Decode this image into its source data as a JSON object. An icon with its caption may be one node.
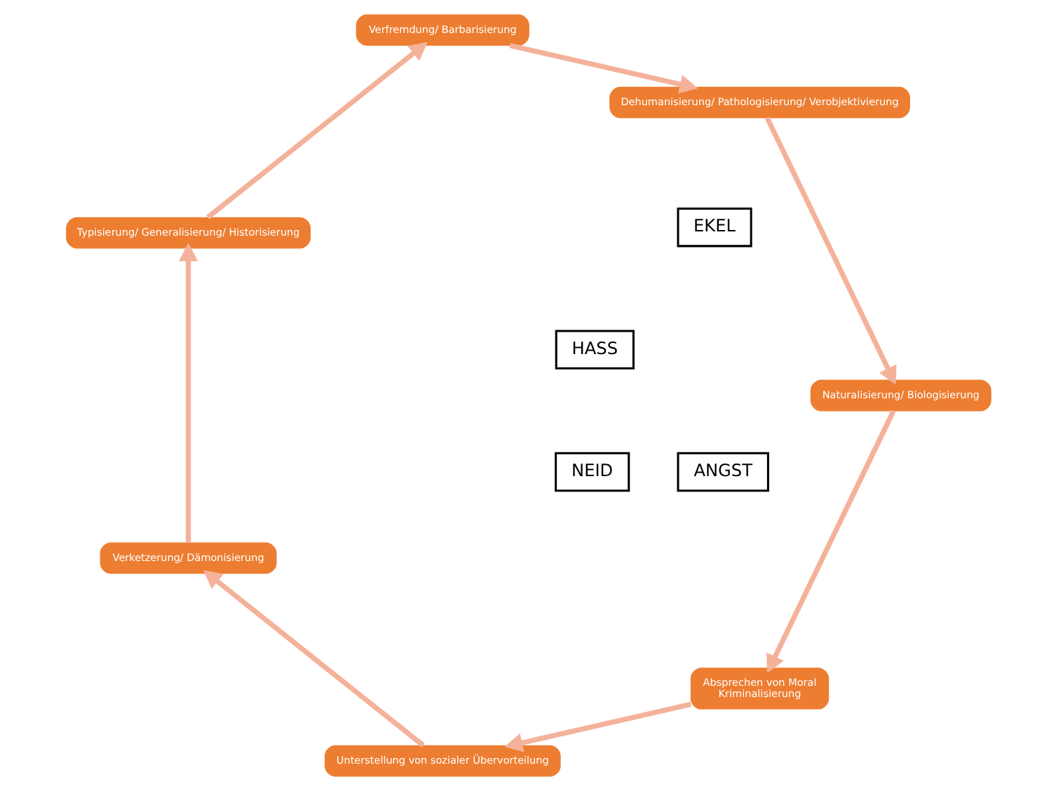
{
  "diagram": {
    "nodes": [
      {
        "text": [
          "Absprechen von Moral",
          "Kriminalisierung"
        ]
      },
      {
        "text": [
          "Unterstellung von sozialer Übervorteilung"
        ]
      },
      {
        "text": [
          "Verketzerung/ Dämonisierung"
        ]
      },
      {
        "text": [
          "Typisierung/ Generalisierung/ Historisierung"
        ]
      },
      {
        "text": [
          "Verfremdung/ Barbarisierung"
        ]
      },
      {
        "text": [
          "Dehumanisierung/ Pathologisierung/ Verobjektivierung"
        ]
      },
      {
        "text": [
          "Naturalisierung/ Biologisierung"
        ]
      },
      {
        "text": [
          "HASS"
        ]
      },
      {
        "text": [
          "NEID"
        ]
      },
      {
        "text": [
          "ANGST"
        ]
      },
      {
        "text": [
          "EKEL"
        ]
      }
    ],
    "edges": [
      {
        "from": 0,
        "to": 1,
        "arrow": "to"
      },
      {
        "from": 1,
        "to": 2,
        "arrow": "to"
      },
      {
        "from": 2,
        "to": 3,
        "arrow": "to"
      },
      {
        "from": 3,
        "to": 4,
        "arrow": "to"
      },
      {
        "from": 4,
        "to": 5,
        "arrow": "to"
      },
      {
        "from": 5,
        "to": 6,
        "arrow": "to"
      },
      {
        "from": 6,
        "to": 0,
        "arrow": "to"
      }
    ]
  }
}
